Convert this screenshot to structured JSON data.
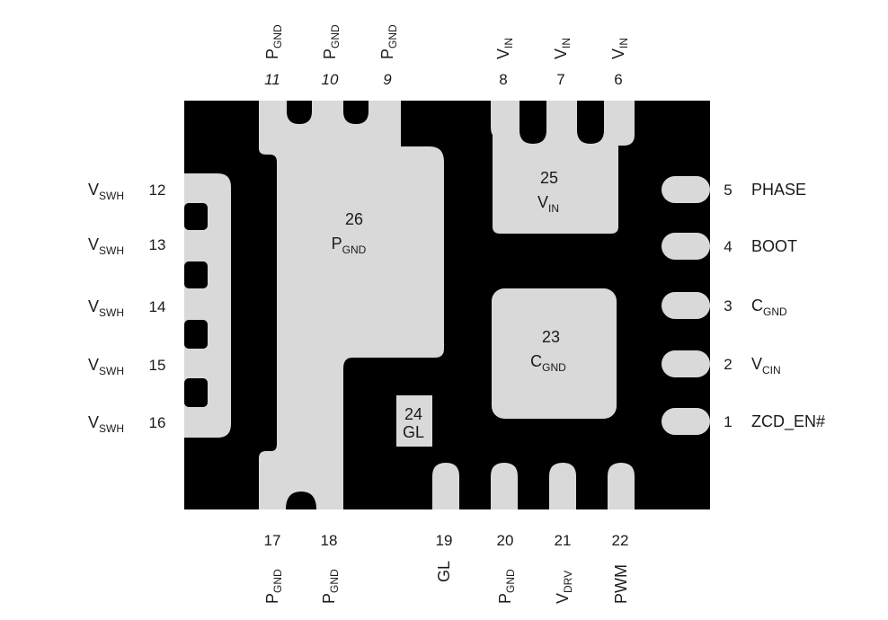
{
  "pins_top": [
    {
      "num": "11",
      "name": "P",
      "sub": "GND"
    },
    {
      "num": "10",
      "name": "P",
      "sub": "GND"
    },
    {
      "num": "9",
      "name": "P",
      "sub": "GND"
    },
    {
      "num": "8",
      "name": "V",
      "sub": "IN"
    },
    {
      "num": "7",
      "name": "V",
      "sub": "IN"
    },
    {
      "num": "6",
      "name": "V",
      "sub": "IN"
    }
  ],
  "pins_left": [
    {
      "num": "12",
      "name": "V",
      "sub": "SWH"
    },
    {
      "num": "13",
      "name": "V",
      "sub": "SWH"
    },
    {
      "num": "14",
      "name": "V",
      "sub": "SWH"
    },
    {
      "num": "15",
      "name": "V",
      "sub": "SWH"
    },
    {
      "num": "16",
      "name": "V",
      "sub": "SWH"
    }
  ],
  "pins_right": [
    {
      "num": "5",
      "name": "PHASE",
      "sub": ""
    },
    {
      "num": "4",
      "name": "BOOT",
      "sub": ""
    },
    {
      "num": "3",
      "name": "C",
      "sub": "GND"
    },
    {
      "num": "2",
      "name": "V",
      "sub": "CIN"
    },
    {
      "num": "1",
      "name": "ZCD_EN#",
      "sub": ""
    }
  ],
  "pins_bottom": [
    {
      "num": "17",
      "name": "P",
      "sub": "GND"
    },
    {
      "num": "18",
      "name": "P",
      "sub": "GND"
    },
    {
      "num": "19",
      "name": "GL",
      "sub": ""
    },
    {
      "num": "20",
      "name": "P",
      "sub": "GND"
    },
    {
      "num": "21",
      "name": "V",
      "sub": "DRV"
    },
    {
      "num": "22",
      "name": "PWM",
      "sub": ""
    }
  ],
  "pads": {
    "p26": {
      "num": "26",
      "name": "P",
      "sub": "GND"
    },
    "p25": {
      "num": "25",
      "name": "V",
      "sub": "IN"
    },
    "p23": {
      "num": "23",
      "name": "C",
      "sub": "GND"
    },
    "p24": {
      "num": "24",
      "name": "GL",
      "sub": ""
    }
  },
  "colors": {
    "package": "#000000",
    "pad": "#d9d9d9",
    "text": "#1a1a1a"
  }
}
